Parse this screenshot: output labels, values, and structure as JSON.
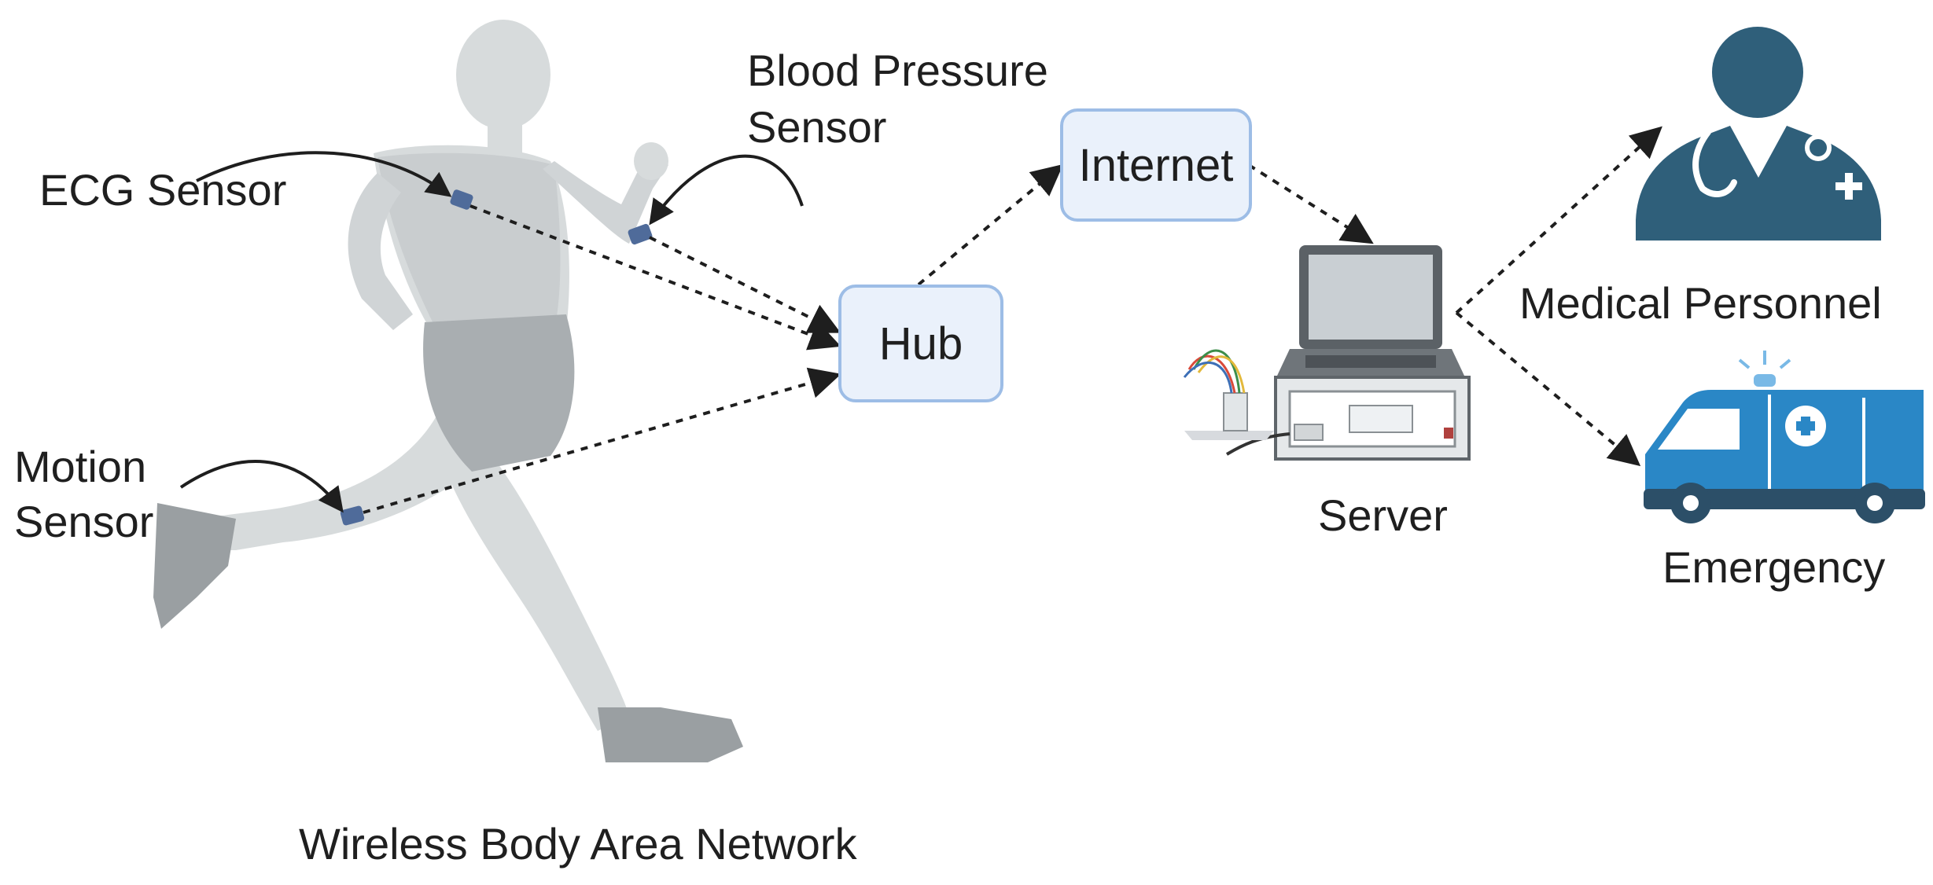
{
  "diagram": {
    "title": "Wireless Body Area Network",
    "sensors": {
      "ecg": "ECG Sensor",
      "blood_pressure_line1": "Blood Pressure",
      "blood_pressure_line2": "Sensor",
      "motion_line1": "Motion",
      "motion_line2": "Sensor"
    },
    "nodes": {
      "hub": "Hub",
      "internet": "Internet",
      "server": "Server",
      "medical": "Medical Personnel",
      "emergency": "Emergency"
    },
    "colors": {
      "body": "#d7dbdc",
      "body_shade": "#bfc4c6",
      "shorts": "#a7acaf",
      "shoes": "#8e9396",
      "sensor": "#4f6b9a",
      "node_fill": "#eaf1fb",
      "node_border": "#9dbde6",
      "doctor": "#2f5f7a",
      "ambulance": "#2a87c6",
      "arrow": "#1e1e1e"
    },
    "icons": [
      "runner-figure",
      "laptop-icon",
      "doctor-icon",
      "ambulance-icon"
    ]
  }
}
